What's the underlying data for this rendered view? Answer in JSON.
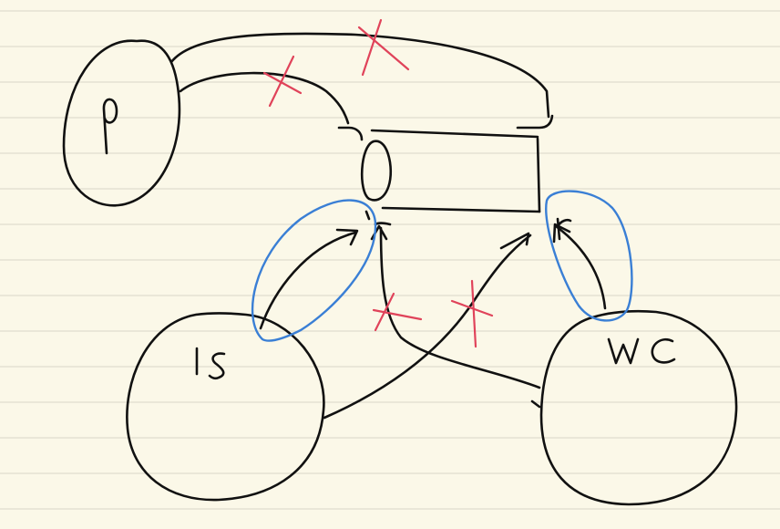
{
  "diagram": {
    "labels": {
      "p_node": "P",
      "o_node": "O",
      "ls_node": "ls",
      "wc_node": "WC",
      "r_mark": "r"
    },
    "colors": {
      "paper": "#fbf8e8",
      "ink": "#111111",
      "highlight": "#3a7fd5",
      "cross": "#e0435a"
    }
  }
}
